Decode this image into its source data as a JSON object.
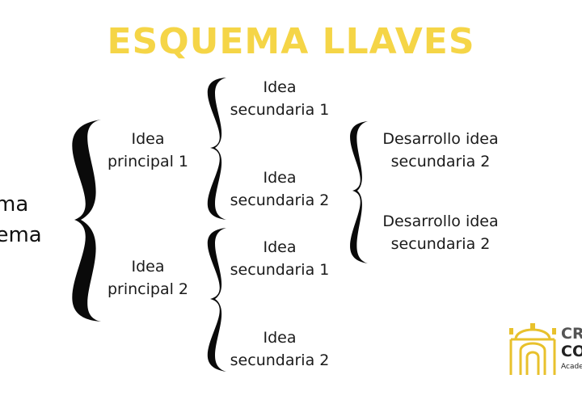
{
  "title": "ESQUEMA LLAVES",
  "root": {
    "line1": "ema",
    "line2": "uema"
  },
  "level1": [
    {
      "line1": "Idea",
      "line2": "principal 1"
    },
    {
      "line1": "Idea",
      "line2": "principal 2"
    }
  ],
  "level2": [
    {
      "line1": "Idea",
      "line2": "secundaria 1"
    },
    {
      "line1": "Idea",
      "line2": "secundaria 2"
    },
    {
      "line1": "Idea",
      "line2": "secundaria 1"
    },
    {
      "line1": "Idea",
      "line2": "secundaria 2"
    }
  ],
  "level3": [
    {
      "line1": "Desarrollo idea",
      "line2": "secundaria 2"
    },
    {
      "line1": "Desarrollo idea",
      "line2": "secundaria 2"
    }
  ],
  "logo": {
    "line1": "CR",
    "line2": "CO",
    "line3": "Academ"
  },
  "colors": {
    "title": "#f5d547",
    "text": "#1a1a1a",
    "brace": "#0a0a0a",
    "logo_gold": "#e8c12c"
  }
}
